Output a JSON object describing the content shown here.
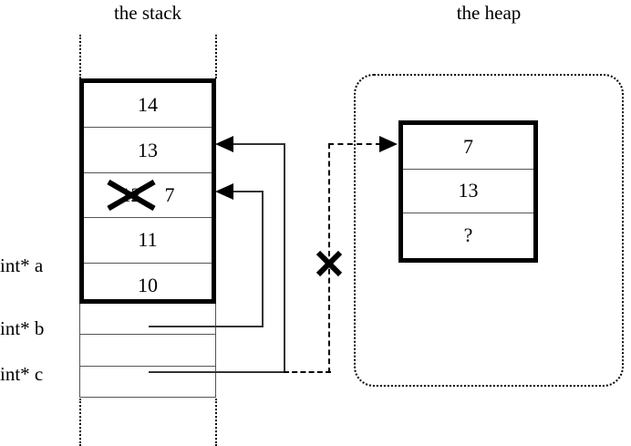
{
  "titles": {
    "stack": "the stack",
    "heap": "the heap"
  },
  "stack": {
    "array_cells": [
      {
        "value": "14"
      },
      {
        "value": "13"
      },
      {
        "old_value": "12",
        "value": "7",
        "struck": true
      },
      {
        "value": "11"
      },
      {
        "value": "10"
      }
    ],
    "pointer_vars": [
      {
        "label": "int* a"
      },
      {
        "label": "int* b"
      },
      {
        "label": "int* c"
      }
    ]
  },
  "heap": {
    "array_cells": [
      {
        "value": "7"
      },
      {
        "value": "13"
      },
      {
        "value": "?"
      }
    ]
  },
  "annotations": {
    "dead_pointer_mark": "x-mark",
    "overwritten_value_mark": "x-mark"
  },
  "colors": {
    "ink": "#000000",
    "line": "#333333",
    "cell_divider": "#555555",
    "background": "#ffffff"
  }
}
